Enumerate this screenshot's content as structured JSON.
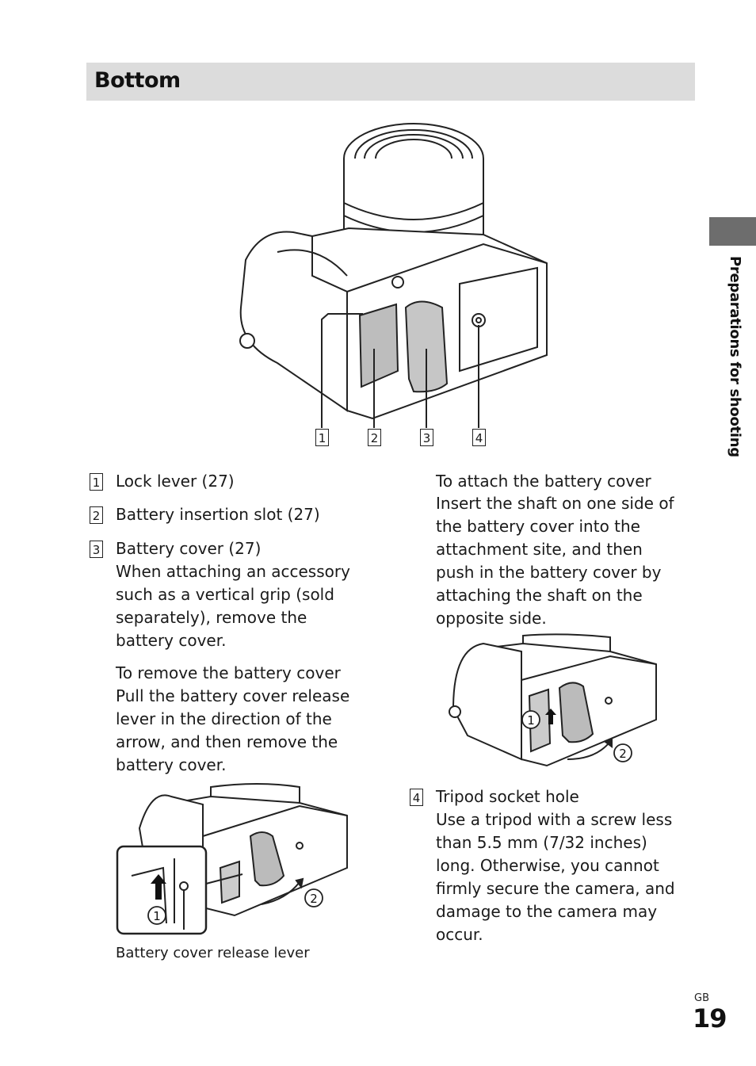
{
  "section": {
    "title": "Bottom"
  },
  "side_tab": {
    "label": "Preparations for shooting"
  },
  "figure_main": {
    "callouts": [
      "1",
      "2",
      "3",
      "4"
    ]
  },
  "items": [
    {
      "num": "1",
      "title": "Lock lever (27)"
    },
    {
      "num": "2",
      "title": "Battery insertion slot (27)"
    },
    {
      "num": "3",
      "title": "Battery cover (27)",
      "body": "When attaching an accessory such as a vertical grip (sold separately), remove the battery cover."
    }
  ],
  "remove": {
    "title": "To remove the battery cover",
    "body": "Pull the battery cover release lever in the direction of the arrow, and then remove the battery cover."
  },
  "figure_remove": {
    "step1": "1",
    "step2": "2",
    "caption": "Battery cover release lever"
  },
  "attach": {
    "title": "To attach the battery cover",
    "body": "Insert the shaft on one side of the battery cover into the attachment site, and then push in the battery cover by attaching the shaft on the opposite side."
  },
  "figure_attach": {
    "step1": "1",
    "step2": "2"
  },
  "item4": {
    "num": "4",
    "title": "Tripod socket hole",
    "body": "Use a tripod with a screw less than 5.5 mm (7/32 inches) long. Otherwise, you cannot firmly secure the camera, and damage to the camera may occur."
  },
  "footer": {
    "region": "GB",
    "page": "19"
  }
}
